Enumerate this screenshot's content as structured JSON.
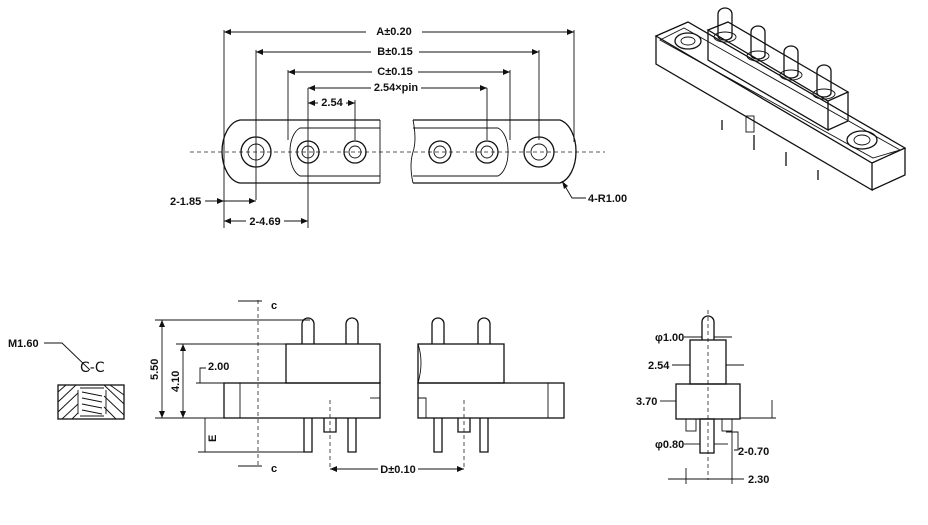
{
  "top_view": {
    "dim_a": "A±0.20",
    "dim_b": "B±0.15",
    "dim_c": "C±0.15",
    "dim_pitch_pin": "2.54×pin",
    "dim_pitch": "2.54",
    "dim_edge": "2-1.85",
    "dim_hole": "2-4.69",
    "dim_radius": "4-R1.00"
  },
  "section": {
    "thread": "M1.60",
    "title": "C-C"
  },
  "front_view": {
    "height_total": "5.50",
    "height_body": "4.10",
    "step": "2.00",
    "tail": "E",
    "cut_top": "c",
    "cut_bottom": "c",
    "dim_d": "D±0.10"
  },
  "side_view": {
    "tip_dia": "φ1.00",
    "upper_width": "2.54",
    "base_height": "3.70",
    "tail_dia": "φ0.80",
    "tail_pitch": "2-0.70",
    "tail_offset": "2.30"
  },
  "colors": {
    "line": "#111111",
    "background": "#ffffff"
  }
}
